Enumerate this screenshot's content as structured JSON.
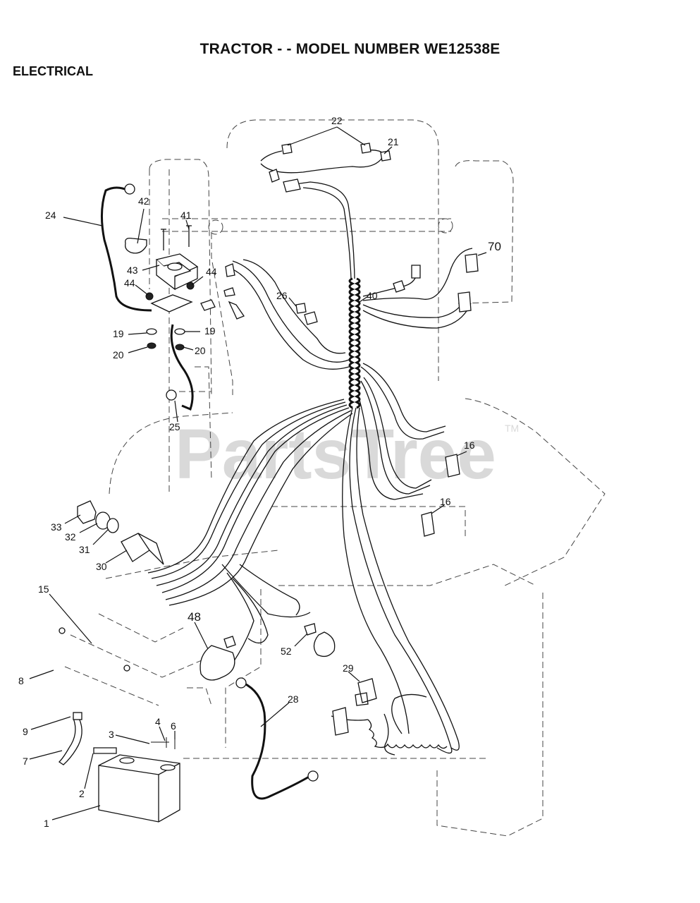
{
  "header": {
    "title": "TRACTOR - - MODEL NUMBER WE12538E",
    "section": "ELECTRICAL"
  },
  "watermark": {
    "text": "PartsTree",
    "trademark": "TM"
  },
  "callouts": {
    "p1": "1",
    "p2": "2",
    "p3": "3",
    "p4": "4",
    "p6": "6",
    "p7": "7",
    "p8": "8",
    "p9": "9",
    "p15": "15",
    "p16a": "16",
    "p16b": "16",
    "p19a": "19",
    "p19b": "19",
    "p20a": "20",
    "p20b": "20",
    "p21": "21",
    "p22": "22",
    "p24": "24",
    "p25": "25",
    "p26": "26",
    "p28": "28",
    "p29": "29",
    "p30": "30",
    "p31": "31",
    "p32": "32",
    "p33": "33",
    "p40": "40",
    "p41": "41",
    "p42": "42",
    "p43": "43",
    "p44a": "44",
    "p44b": "44",
    "p48": "48",
    "p52": "52",
    "p70": "70"
  }
}
